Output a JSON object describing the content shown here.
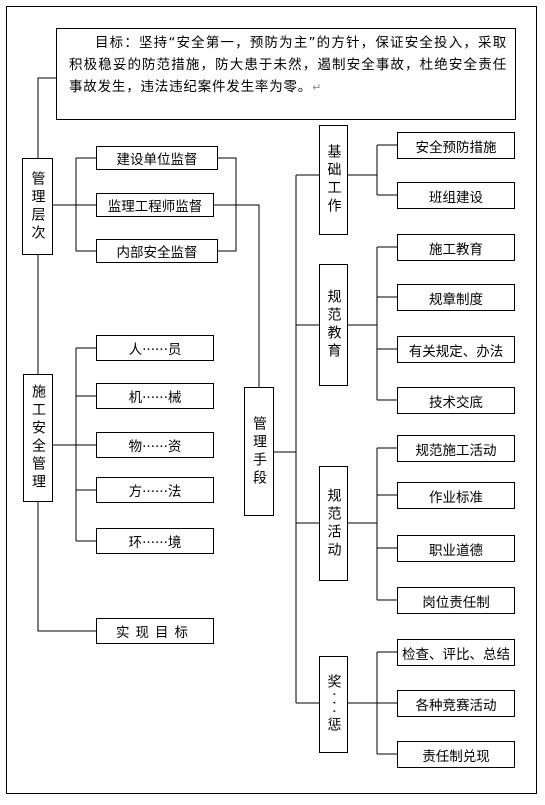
{
  "goal": "目标：坚持“安全第一，预防为主”的方针，保证安全投入，采取积极稳妥的防范措施，防大患于未然，遏制安全事故，杜绝安全责任事故发生，违法违纪案件发生率为零。",
  "levels": {
    "title": "管理层次",
    "items": [
      "建设单位监督",
      "监理工程师监督",
      "内部安全监督"
    ]
  },
  "construction": {
    "title": "施工安全管理",
    "items": [
      "人······员",
      "机······械",
      "物······资",
      "方······法",
      "环······境"
    ]
  },
  "target": "实现目标",
  "means": {
    "title": "管理手段",
    "groups": [
      {
        "title": "基础工作",
        "items": [
          "安全预防措施",
          "班组建设"
        ]
      },
      {
        "title": "规范教育",
        "items": [
          "施工教育",
          "规章制度",
          "有关规定、办法",
          "技术交底"
        ]
      },
      {
        "title": "规范活动",
        "items": [
          "规范施工活动",
          "作业标准",
          "职业道德",
          "岗位责任制"
        ]
      },
      {
        "title": "奖···惩",
        "items": [
          "检查、评比、总结",
          "各种竞赛活动",
          "责任制兑现"
        ]
      }
    ]
  },
  "return_mark": "↵"
}
